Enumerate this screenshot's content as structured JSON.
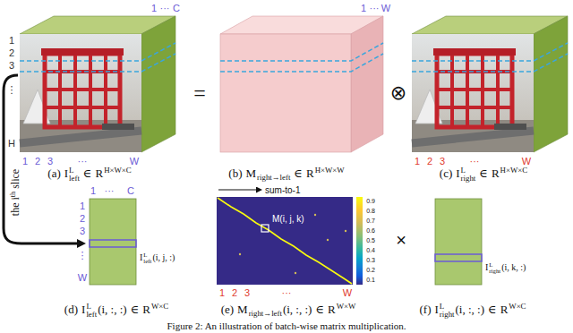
{
  "diagram": {
    "caption": "Figure 2: An illustration of batch-wise matrix multiplication.",
    "labels": [
      "1",
      "2",
      "3",
      "⋮",
      "H",
      "1",
      "2",
      "3",
      "···",
      "W",
      "1",
      "···",
      "C",
      "1",
      "···",
      "W",
      "1",
      "2",
      "3",
      "···",
      "W",
      "=",
      "⊗",
      "(a)",
      "I",
      "L",
      "left",
      "∈",
      "R",
      "H×W×C",
      "(b)",
      "M",
      "right→left",
      "∈",
      "R",
      "H×W×W",
      "(c)",
      "I",
      "L",
      "right",
      "∈",
      "R",
      "H×W×C",
      "the i",
      "th",
      "slice",
      "1",
      "···",
      "C",
      "1",
      "2",
      "3",
      "⋮",
      "W",
      "I",
      "L",
      "left",
      "(i, j, :)",
      "sum-to-1",
      "M(i, j, k)",
      "1",
      "2",
      "3",
      "···",
      "W",
      "0.9",
      "0.8",
      "0.7",
      "0.6",
      "0.5",
      "0.4",
      "0.3",
      "0.2",
      "0.1",
      "×",
      "I",
      "L",
      "right",
      "(i, k, :)",
      "(d)",
      "I",
      "L",
      "left",
      "(i, :, :)",
      "∈",
      "R",
      "W×C",
      "(e)",
      "M",
      "right→left",
      "(i, :, :)",
      "∈",
      "R",
      "W×W",
      "(f)",
      "I",
      "L",
      "right",
      "(i, :, :)",
      "∈",
      "R",
      "W×C"
    ]
  }
}
